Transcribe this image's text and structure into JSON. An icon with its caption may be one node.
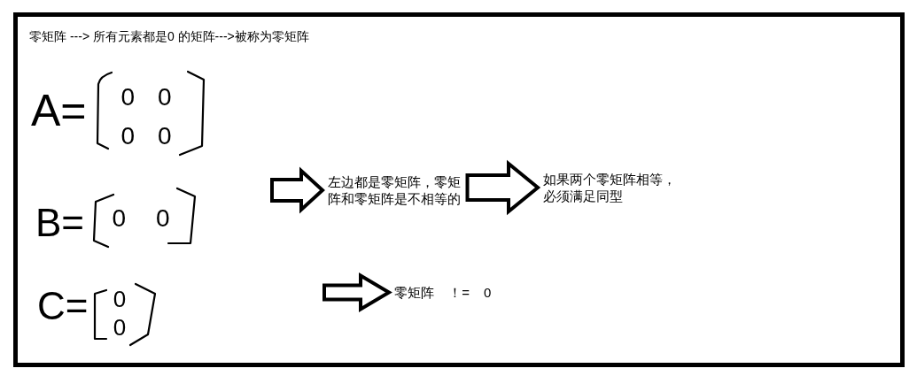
{
  "diagram": {
    "title": "零矩阵 ---> 所有元素都是0 的矩阵--->被称为零矩阵",
    "nodes": [
      {
        "text": [
          "0 0 0 0"
        ],
        "beside": [
          "A="
        ]
      },
      {
        "text": [
          "0 0"
        ],
        "beside": [
          "B="
        ]
      },
      {
        "text": [
          "0 0"
        ],
        "beside": [
          "C="
        ]
      },
      {
        "text": [
          "左边都是零矩阵，零矩阵和零矩阵是不相等的"
        ]
      },
      {
        "text": [
          "如果两个零矩阵相等，必须满足同型"
        ]
      },
      {
        "text": [
          "零矩阵 ！= 0"
        ]
      }
    ],
    "edges": [
      {
        "from": null,
        "to": 3,
        "arrow": "to"
      },
      {
        "from": 3,
        "to": 4,
        "arrow": "to"
      },
      {
        "from": null,
        "to": 5,
        "arrow": "to"
      }
    ]
  }
}
